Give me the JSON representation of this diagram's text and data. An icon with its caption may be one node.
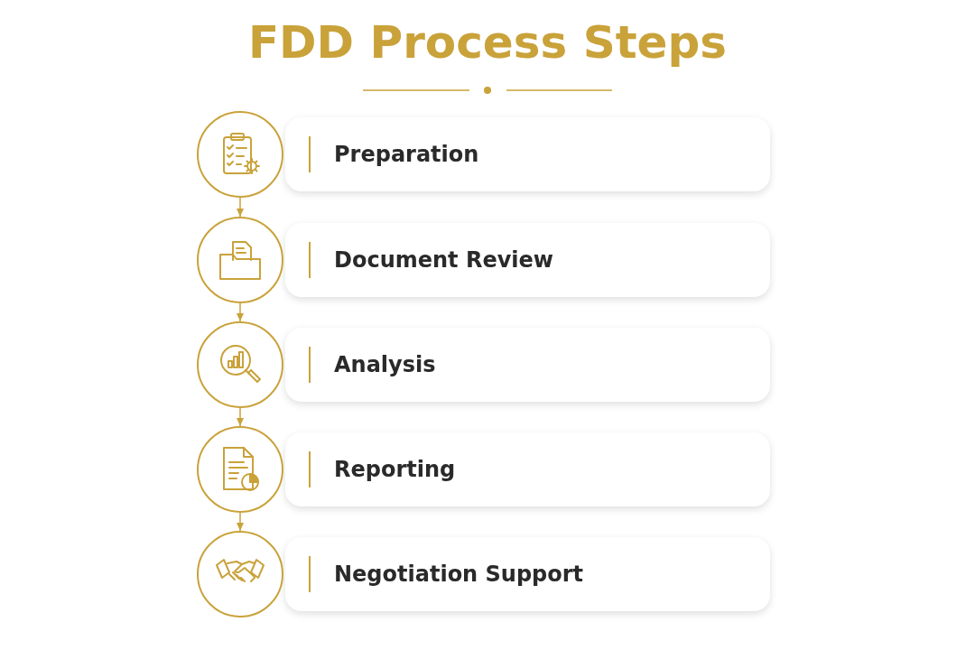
{
  "diagram": {
    "title": "FDD Process Steps",
    "nodes": [
      {
        "text": [],
        "shape": "circle"
      },
      {
        "text": [
          "Preparation"
        ]
      },
      {
        "text": [],
        "shape": "circle"
      },
      {
        "text": [
          "Document Review"
        ]
      },
      {
        "text": [],
        "shape": "circle"
      },
      {
        "text": [
          "Analysis"
        ]
      },
      {
        "text": [],
        "shape": "circle"
      },
      {
        "text": [
          "Reporting"
        ]
      },
      {
        "text": [],
        "shape": "circle"
      },
      {
        "text": [
          "Negotiation Support"
        ]
      }
    ],
    "edges": [
      {
        "from": 0,
        "to": 2,
        "arrow": "to"
      },
      {
        "from": 2,
        "to": 4,
        "arrow": "to"
      },
      {
        "from": 4,
        "to": 6,
        "arrow": "to"
      },
      {
        "from": 6,
        "to": 8,
        "arrow": "to"
      }
    ]
  }
}
